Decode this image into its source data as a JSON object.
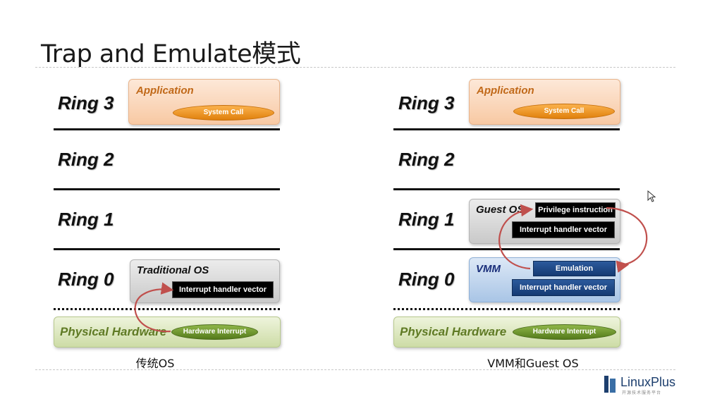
{
  "slide": {
    "title": "Trap and Emulate模式",
    "rings": [
      "Ring 3",
      "Ring 2",
      "Ring 1",
      "Ring 0"
    ]
  },
  "left_diagram": {
    "application": "Application",
    "system_call": "System Call",
    "traditional_os": "Traditional OS",
    "interrupt_handler": "Interrupt handler vector",
    "physical_hardware": "Physical Hardware",
    "hardware_interrupt": "Hardware Interrupt",
    "caption": "传统OS"
  },
  "right_diagram": {
    "application": "Application",
    "system_call": "System Call",
    "guest_os": "Guest OS",
    "privilege_instruction": "Privilege instruction",
    "guest_interrupt_handler": "Interrupt handler vector",
    "vmm": "VMM",
    "emulation": "Emulation",
    "vmm_interrupt_handler": "Interrupt handler vector",
    "physical_hardware": "Physical Hardware",
    "hardware_interrupt": "Hardware Interrupt",
    "caption": "VMM和Guest OS"
  },
  "logo": {
    "name": "LinuxPlus",
    "tagline": "开源技术服务平台"
  },
  "colors": {
    "application": "#f8c9a3",
    "os": "#c9c9c9",
    "vmm": "#a9c5e6",
    "hardware": "#cddca6",
    "arrow": "#c0504d"
  }
}
